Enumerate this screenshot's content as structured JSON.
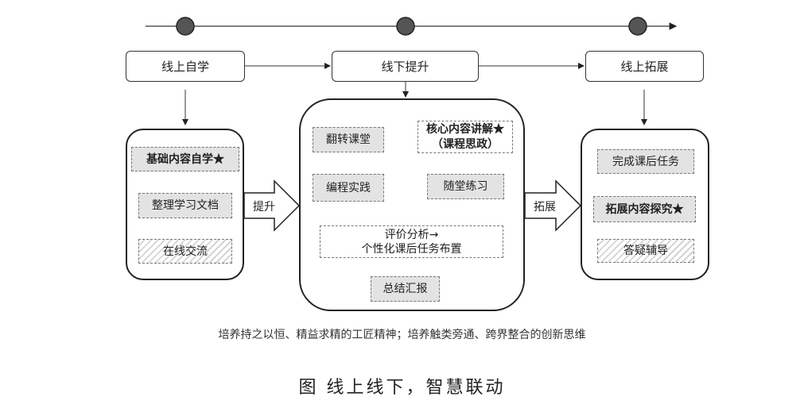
{
  "timeline": {
    "dots": 3
  },
  "stages": {
    "online_self": "线上自学",
    "offline_improve": "线下提升",
    "online_extend": "线上拓展"
  },
  "left_panel": {
    "item1": "基础内容自学★",
    "item2": "整理学习文档",
    "item3": "在线交流"
  },
  "center_panel": {
    "flip": "翻转课堂",
    "core_line1": "核心内容讲解★",
    "core_line2": "（课程思政）",
    "coding": "编程实践",
    "practice": "随堂练习",
    "eval_line1": "评价分析→",
    "eval_line2": "个性化课后任务布置",
    "summary": "总结汇报"
  },
  "right_panel": {
    "item1": "完成课后任务",
    "item2": "拓展内容探究★",
    "item3": "答疑辅导"
  },
  "arrows": {
    "left_to_center": "提升",
    "center_to_right": "拓展"
  },
  "note": "培养持之以恒、精益求精的工匠精神；培养触类旁通、跨界整合的创新思维",
  "caption": "图  线上线下，智慧联动",
  "colors": {
    "line": "#333333",
    "dot": "#555555",
    "shade": "#e3e3e3"
  }
}
